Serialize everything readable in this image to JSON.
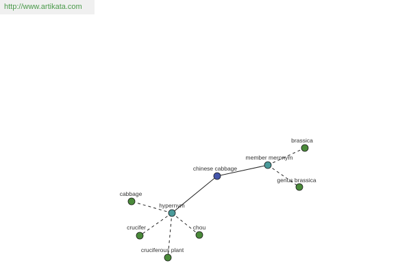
{
  "watermark": {
    "url": "http://www.artikata.com"
  },
  "colors": {
    "center_node": "#4455aa",
    "relation_node": "#4a9a9a",
    "leaf_node": "#4a8a3a",
    "edge": "#222222",
    "label": "#333333"
  },
  "graph": {
    "nodes": [
      {
        "id": "chinese-cabbage",
        "label": "chinese cabbage",
        "kind": "center"
      },
      {
        "id": "member-meronym",
        "label": "member meronym",
        "kind": "relation"
      },
      {
        "id": "hypernym",
        "label": "hypernym",
        "kind": "relation"
      },
      {
        "id": "brassica",
        "label": "brassica",
        "kind": "leaf"
      },
      {
        "id": "genus-brassica",
        "label": "genus brassica",
        "kind": "leaf"
      },
      {
        "id": "cabbage",
        "label": "cabbage",
        "kind": "leaf"
      },
      {
        "id": "crucifer",
        "label": "crucifer",
        "kind": "leaf"
      },
      {
        "id": "chou",
        "label": "chou",
        "kind": "leaf"
      },
      {
        "id": "cruciferous-plant",
        "label": "cruciferous plant",
        "kind": "leaf"
      }
    ],
    "edges": [
      {
        "from": "chinese-cabbage",
        "to": "member-meronym",
        "style": "solid"
      },
      {
        "from": "chinese-cabbage",
        "to": "hypernym",
        "style": "solid"
      },
      {
        "from": "member-meronym",
        "to": "brassica",
        "style": "dashed"
      },
      {
        "from": "member-meronym",
        "to": "genus-brassica",
        "style": "dashed"
      },
      {
        "from": "hypernym",
        "to": "cabbage",
        "style": "dashed"
      },
      {
        "from": "hypernym",
        "to": "crucifer",
        "style": "dashed"
      },
      {
        "from": "hypernym",
        "to": "chou",
        "style": "dashed"
      },
      {
        "from": "hypernym",
        "to": "cruciferous-plant",
        "style": "dashed"
      }
    ]
  }
}
